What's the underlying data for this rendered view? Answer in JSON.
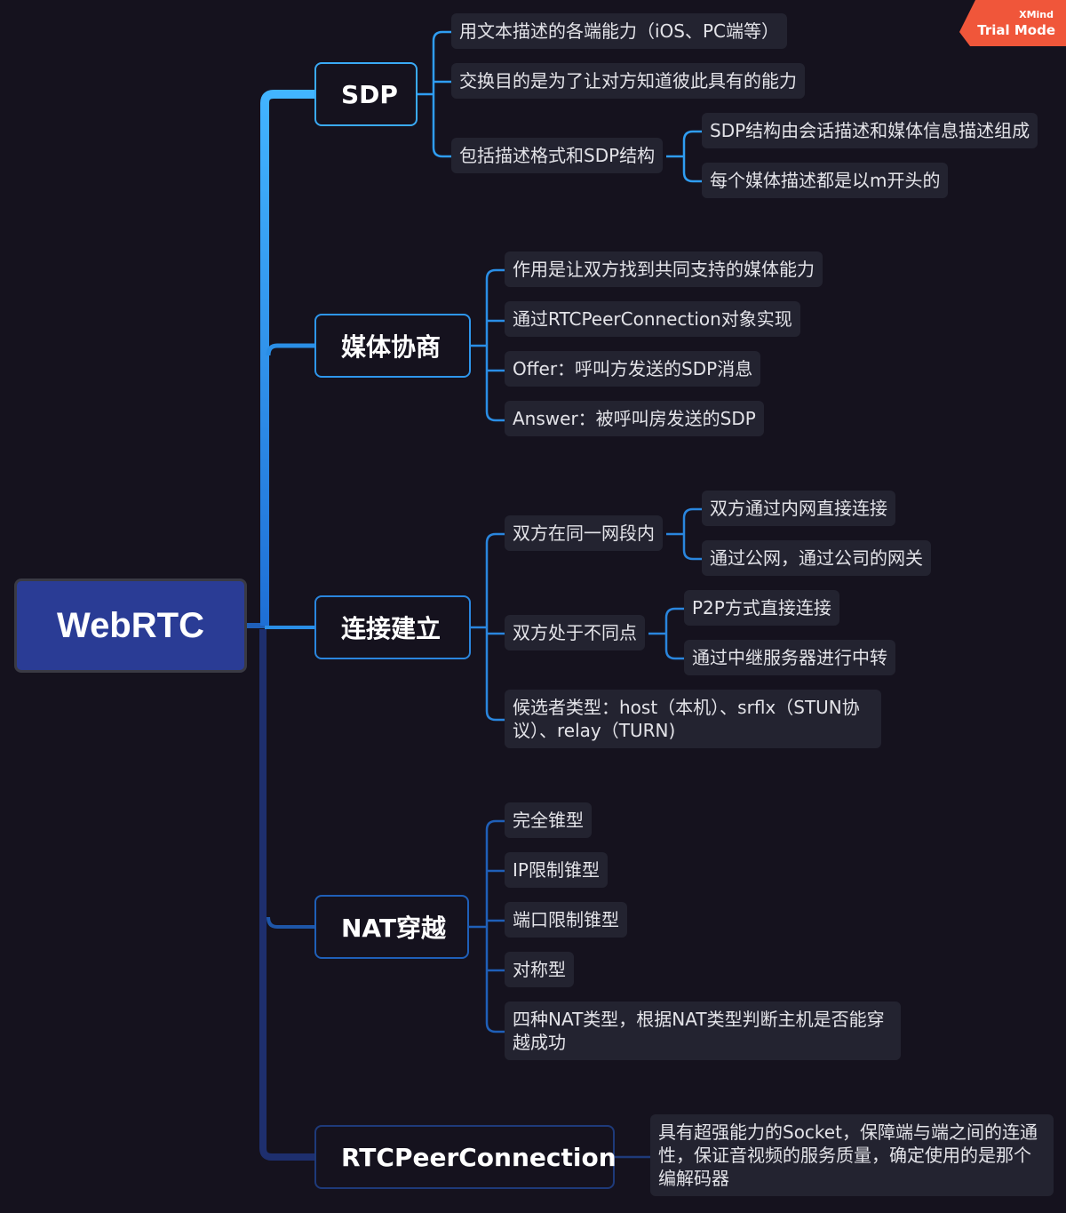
{
  "root": "WebRTC",
  "watermark": {
    "brand": "XMind",
    "mode": "Trial Mode"
  },
  "colors": {
    "background": "#15121e",
    "root_fill": "#2a3c95",
    "leaf_fill": "#232330",
    "connector": "#2a8ee6",
    "watermark": "#f0563a"
  },
  "branches": {
    "sdp": {
      "label": "SDP",
      "items": [
        "用文本描述的各端能力（iOS、PC端等）",
        "交换目的是为了让对方知道彼此具有的能力",
        "包括描述格式和SDP结构"
      ],
      "subitems": [
        "SDP结构由会话描述和媒体信息描述组成",
        "每个媒体描述都是以m开头的"
      ]
    },
    "media": {
      "label": "媒体协商",
      "items": [
        "作用是让双方找到共同支持的媒体能力",
        "通过RTCPeerConnection对象实现",
        "Offer：呼叫方发送的SDP消息",
        "Answer：被呼叫房发送的SDP"
      ]
    },
    "connect": {
      "label": "连接建立",
      "items": [
        "双方在同一网段内",
        "双方处于不同点",
        "候选者类型：host（本机）、srflx（STUN协议）、relay（TURN)"
      ],
      "same_network": [
        "双方通过内网直接连接",
        "通过公网，通过公司的网关"
      ],
      "different": [
        "P2P方式直接连接",
        "通过中继服务器进行中转"
      ]
    },
    "nat": {
      "label": "NAT穿越",
      "items": [
        "完全锥型",
        "IP限制锥型",
        "端口限制锥型",
        "对称型",
        "四种NAT类型，根据NAT类型判断主机是否能穿越成功"
      ]
    },
    "rtc": {
      "label": "RTCPeerConnection",
      "items": [
        "具有超强能力的Socket，保障端与端之间的连通性，保证音视频的服务质量，确定使用的是那个编解码器"
      ]
    }
  }
}
